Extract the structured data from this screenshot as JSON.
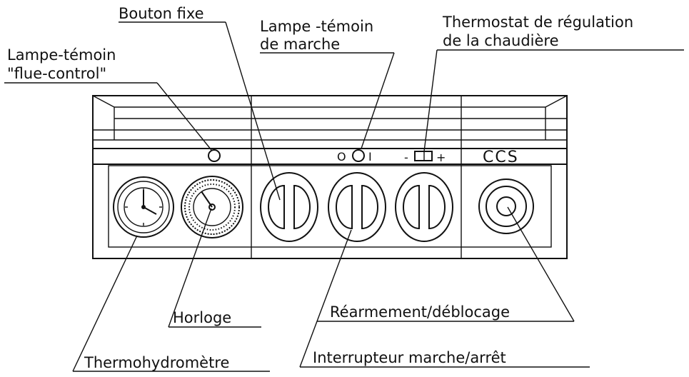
{
  "labels": {
    "bouton_fixe": "Bouton fixe",
    "lampe_marche_1": "Lampe -témoin",
    "lampe_marche_2": "de marche",
    "thermostat_1": "Thermostat de régulation",
    "thermostat_2": "de la chaudière",
    "flue_1": "Lampe-témoin",
    "flue_2": "\"flue-control\"",
    "horloge": "Horloge",
    "rearmement": "Réarmement/déblocage",
    "thermohydrometre": "Thermohydromètre",
    "interrupteur": "Interrupteur marche/arrêt"
  },
  "panel": {
    "brand": "CCS",
    "switch_off": "O",
    "switch_on": "I",
    "minus": "-",
    "plus": "+"
  }
}
